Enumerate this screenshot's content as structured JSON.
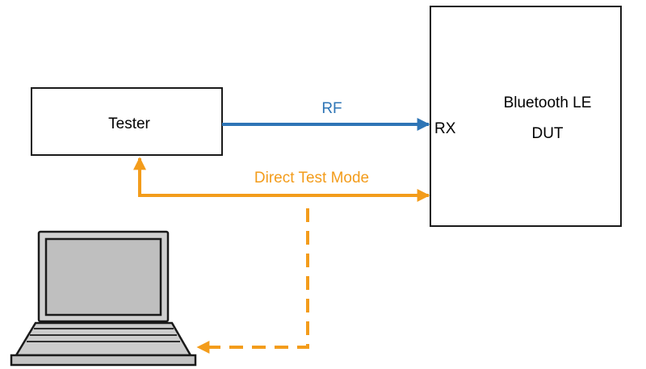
{
  "nodes": {
    "tester": {
      "label": "Tester"
    },
    "dut": {
      "label_line1": "Bluetooth LE",
      "label_line2": "DUT"
    },
    "rx_port": {
      "label": "RX"
    },
    "laptop": {
      "icon": "laptop-icon"
    }
  },
  "edges": {
    "rf": {
      "label": "RF",
      "color": "#2e75b6"
    },
    "dtm": {
      "label": "Direct Test Mode",
      "color": "#f39c1b"
    },
    "laptop_link": {
      "color": "#f39c1b",
      "style": "dashed"
    }
  }
}
